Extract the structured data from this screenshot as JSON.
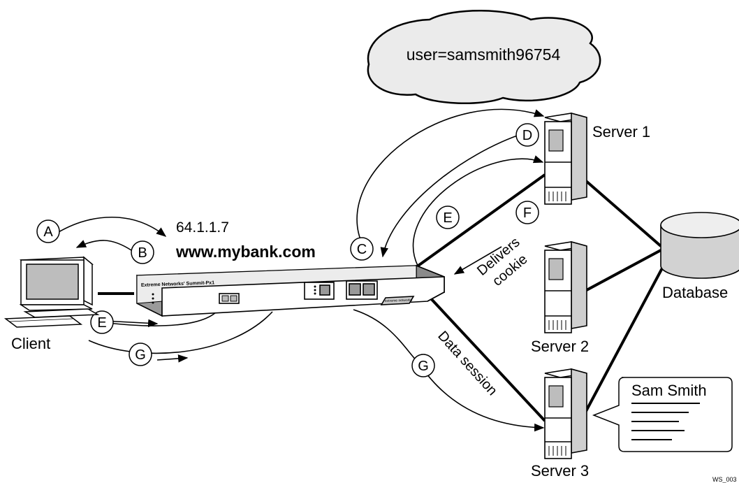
{
  "cookie_cloud": {
    "text": "user=samsmith96754"
  },
  "client": {
    "label": "Client"
  },
  "switch": {
    "ip": "64.1.1.7",
    "hostname": "www.mybank.com",
    "model_label": "Extreme Networks' Summit-Px1",
    "brand_logo": "extreme networks"
  },
  "servers": [
    {
      "label": "Server 1"
    },
    {
      "label": "Server 2"
    },
    {
      "label": "Server 3"
    }
  ],
  "database": {
    "label": "Database"
  },
  "steps": {
    "a": "A",
    "b": "B",
    "c": "C",
    "d": "D",
    "e": "E",
    "f": "F",
    "g": "G"
  },
  "annotations": {
    "delivers": "Delivers",
    "cookie": "cookie",
    "data_session": "Data session"
  },
  "speech_bubble": {
    "name": "Sam Smith"
  },
  "figure_id": "WS_003"
}
